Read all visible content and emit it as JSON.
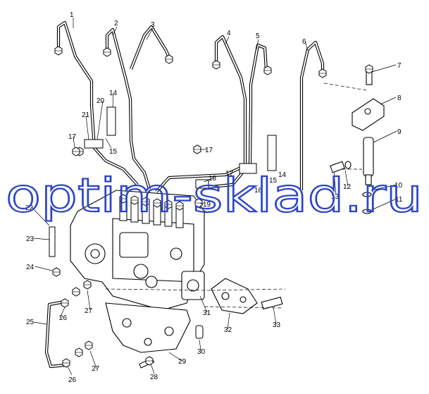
{
  "watermark": "optim-sklad.ru",
  "callouts": [
    {
      "id": "c1",
      "text": "1"
    },
    {
      "id": "c2",
      "text": "2"
    },
    {
      "id": "c3",
      "text": "3"
    },
    {
      "id": "c4",
      "text": "4"
    },
    {
      "id": "c5",
      "text": "5"
    },
    {
      "id": "c6",
      "text": "6"
    },
    {
      "id": "c7",
      "text": "7"
    },
    {
      "id": "c8",
      "text": "8"
    },
    {
      "id": "c9",
      "text": "9"
    },
    {
      "id": "c10",
      "text": "10"
    },
    {
      "id": "c11",
      "text": "11"
    },
    {
      "id": "c12",
      "text": "12"
    },
    {
      "id": "c13",
      "text": "13"
    },
    {
      "id": "c14a",
      "text": "14"
    },
    {
      "id": "c14b",
      "text": "14"
    },
    {
      "id": "c15a",
      "text": "15"
    },
    {
      "id": "c15b",
      "text": "15"
    },
    {
      "id": "c16",
      "text": "16"
    },
    {
      "id": "c17a",
      "text": "17"
    },
    {
      "id": "c17b",
      "text": "17"
    },
    {
      "id": "c17c",
      "text": "17"
    },
    {
      "id": "c18",
      "text": "18"
    },
    {
      "id": "c19",
      "text": "19"
    },
    {
      "id": "c20",
      "text": "20"
    },
    {
      "id": "c21",
      "text": "21"
    },
    {
      "id": "c22",
      "text": "22"
    },
    {
      "id": "c23",
      "text": "23"
    },
    {
      "id": "c24",
      "text": "24"
    },
    {
      "id": "c25",
      "text": "25"
    },
    {
      "id": "c26a",
      "text": "26"
    },
    {
      "id": "c26b",
      "text": "26"
    },
    {
      "id": "c27a",
      "text": "27"
    },
    {
      "id": "c27b",
      "text": "27"
    },
    {
      "id": "c28",
      "text": "28"
    },
    {
      "id": "c29",
      "text": "29"
    },
    {
      "id": "c30",
      "text": "30"
    },
    {
      "id": "c31",
      "text": "31"
    },
    {
      "id": "c32",
      "text": "32"
    },
    {
      "id": "c33",
      "text": "33"
    }
  ]
}
